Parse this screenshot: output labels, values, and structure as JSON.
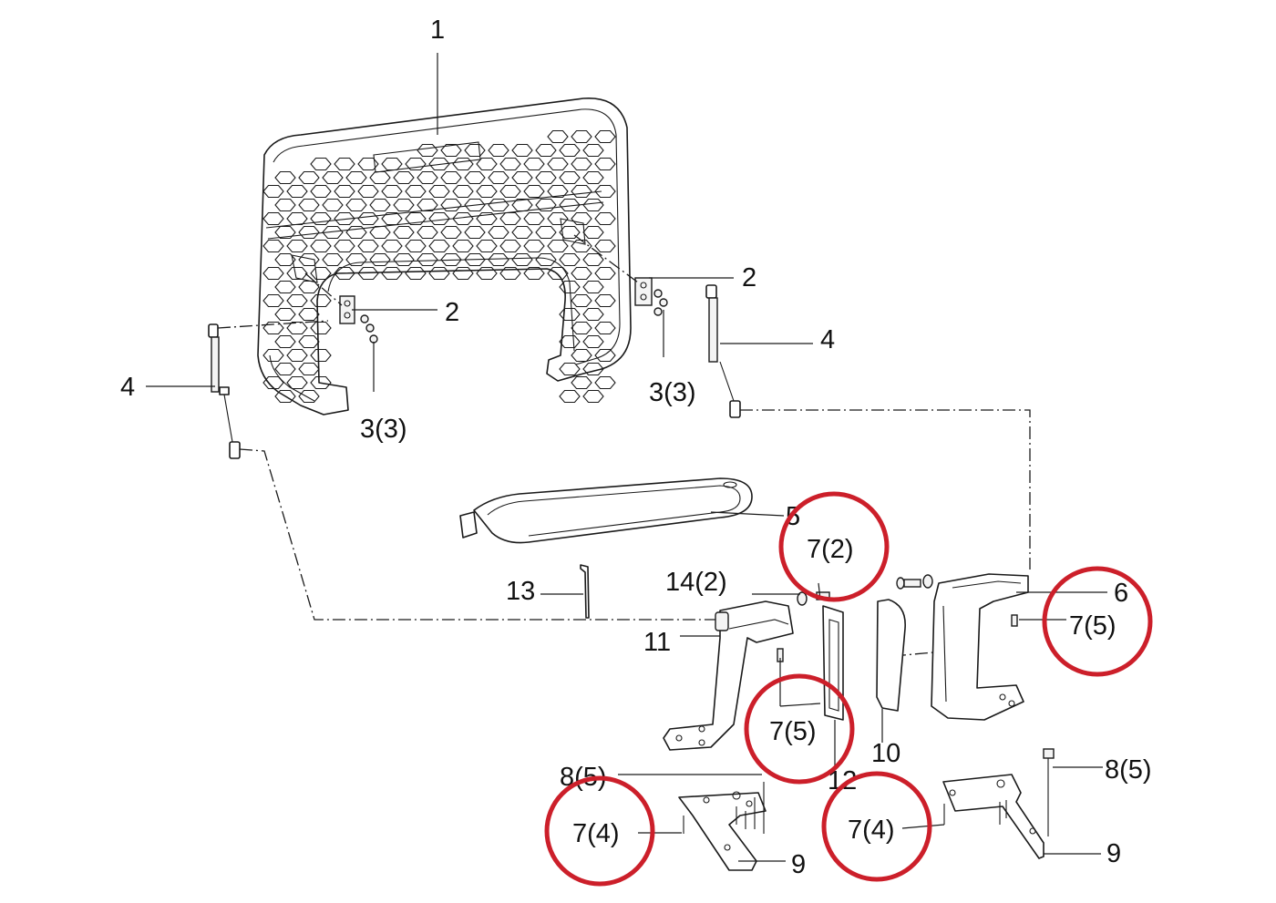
{
  "callouts": {
    "c1": "1",
    "c2a": "2",
    "c2b": "2",
    "c3a": "3(3)",
    "c3b": "3(3)",
    "c4a": "4",
    "c4b": "4",
    "c5": "5",
    "c6": "6",
    "c7_2": "7(2)",
    "c7_5a": "7(5)",
    "c7_5b": "7(5)",
    "c7_4a": "7(4)",
    "c7_4b": "7(4)",
    "c8a": "8(5)",
    "c8b": "8(5)",
    "c9a": "9",
    "c9b": "9",
    "c10": "10",
    "c11": "11",
    "c12": "12",
    "c13": "13",
    "c14": "14(2)"
  },
  "highlight_color": "#cc1f2a"
}
